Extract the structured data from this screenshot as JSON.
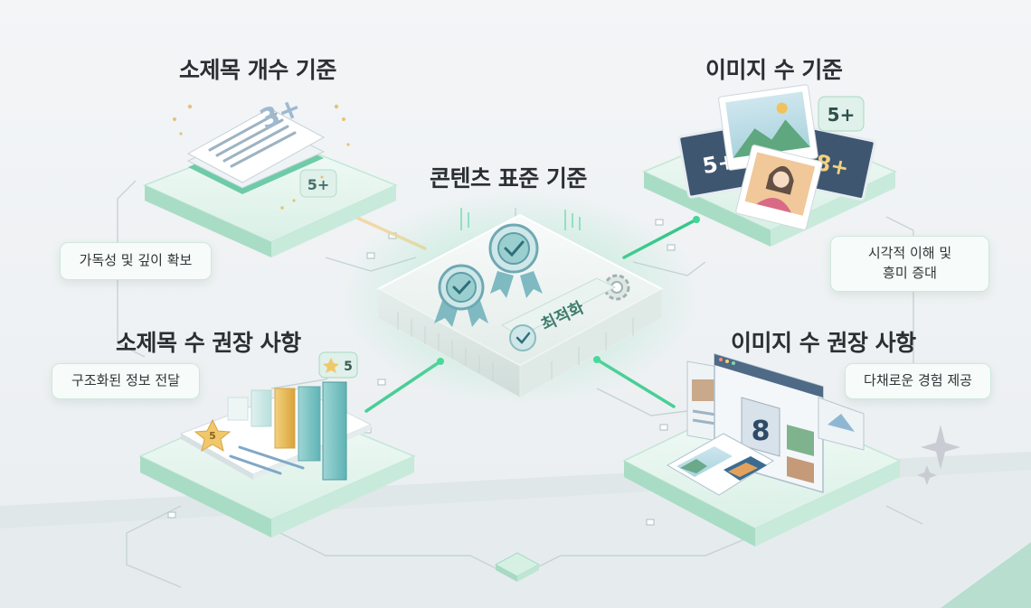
{
  "center": {
    "title": "콘텐츠 표준 기준",
    "badge_label": "최적화"
  },
  "top_left": {
    "title": "소제목 개수 기준",
    "doc_badge": "3+",
    "side_badge": "5+",
    "callout": "가독성 및 깊이 확보"
  },
  "top_right": {
    "title": "이미지 수 기준",
    "badge_top": "5+",
    "photo_left_label": "5+",
    "photo_right_label": "8+",
    "callout_line1": "시각적 이해 및",
    "callout_line2": "흥미 증대"
  },
  "bottom_left": {
    "title": "소제목 수 권장 사항",
    "star_badge": "5",
    "star_label": "5",
    "callout": "구조화된 정보 전달"
  },
  "bottom_right": {
    "title": "이미지 수 권장 사항",
    "screen_number": "8",
    "callout": "다채로운 경험 제공"
  },
  "colors": {
    "mint": "#8fd6b8",
    "mint_dark": "#3fbf8f",
    "teal": "#5aa8a4",
    "gold": "#e9b64a",
    "slate": "#4f6a86"
  }
}
